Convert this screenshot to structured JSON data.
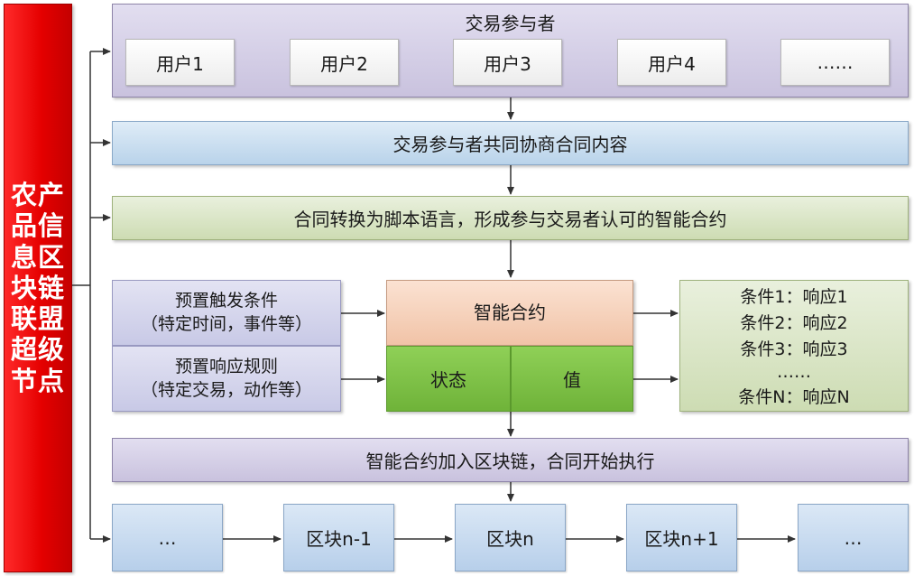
{
  "side_label": "农产品信息区块链联盟超级节点",
  "participants": {
    "title": "交易参与者",
    "users": [
      "用户1",
      "用户2",
      "用户3",
      "用户4",
      "……"
    ]
  },
  "steps": {
    "negotiate": "交易参与者共同协商合同内容",
    "convert": "合同转换为脚本语言，形成参与交易者认可的智能合约"
  },
  "preset": {
    "trigger_line1": "预置触发条件",
    "trigger_line2": "（特定时间，事件等）",
    "response_line1": "预置响应规则",
    "response_line2": "（特定交易，动作等）"
  },
  "contract": {
    "title": "智能合约",
    "state": "状态",
    "value": "值"
  },
  "conditions": [
    "条件1：响应1",
    "条件2：响应2",
    "条件3：响应3",
    "……",
    "条件N：响应N"
  ],
  "execute": "智能合约加入区块链，合同开始执行",
  "blocks": [
    "…",
    "区块n-1",
    "区块n",
    "区块n+1",
    "…"
  ]
}
